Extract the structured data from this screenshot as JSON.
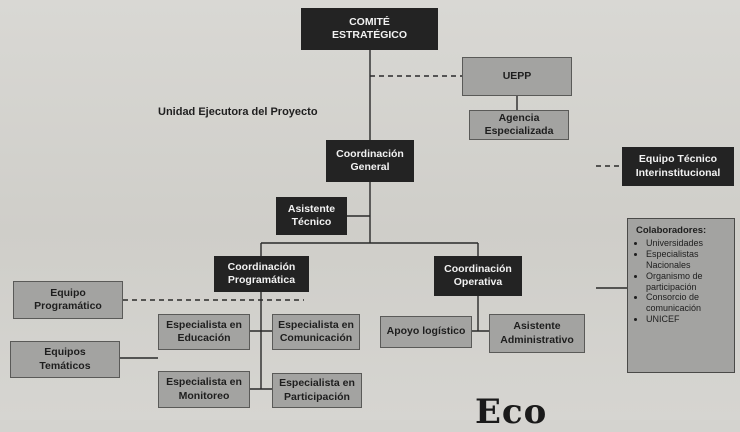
{
  "diagram": {
    "nodes": {
      "comite": "COMITÉ\nESTRATÉGICO",
      "uepp": "UEPP",
      "agencia": "Agencia\nEspecializada",
      "coord_general": "Coordinación\nGeneral",
      "equipo_tecnico": "Equipo Técnico\nInterinstitucional",
      "asistente_tecnico": "Asistente\nTécnico",
      "coord_programatica": "Coordinación\nProgramática",
      "coord_operativa": "Coordinación\nOperativa",
      "equipo_programatico": "Equipo\nProgramático",
      "equipos_tematicos": "Equipos\nTemáticos",
      "esp_educacion": "Especialista en\nEducación",
      "esp_comunicacion": "Especialista en\nComunicación",
      "esp_monitoreo": "Especialista en\nMonitoreo",
      "esp_participacion": "Especialista en\nParticipación",
      "apoyo_logistico": "Apoyo logístico",
      "asistente_administrativo": "Asistente\nAdministrativo"
    },
    "unidad_label": "Unidad Ejecutora del Proyecto",
    "colaboradores": {
      "title": "Colaboradores:",
      "items": [
        "Universidades",
        "Especialistas Nacionales",
        "Organismo de participación",
        "Consorcio de comunicación",
        "UNICEF"
      ]
    },
    "logo_text": "Eco"
  }
}
